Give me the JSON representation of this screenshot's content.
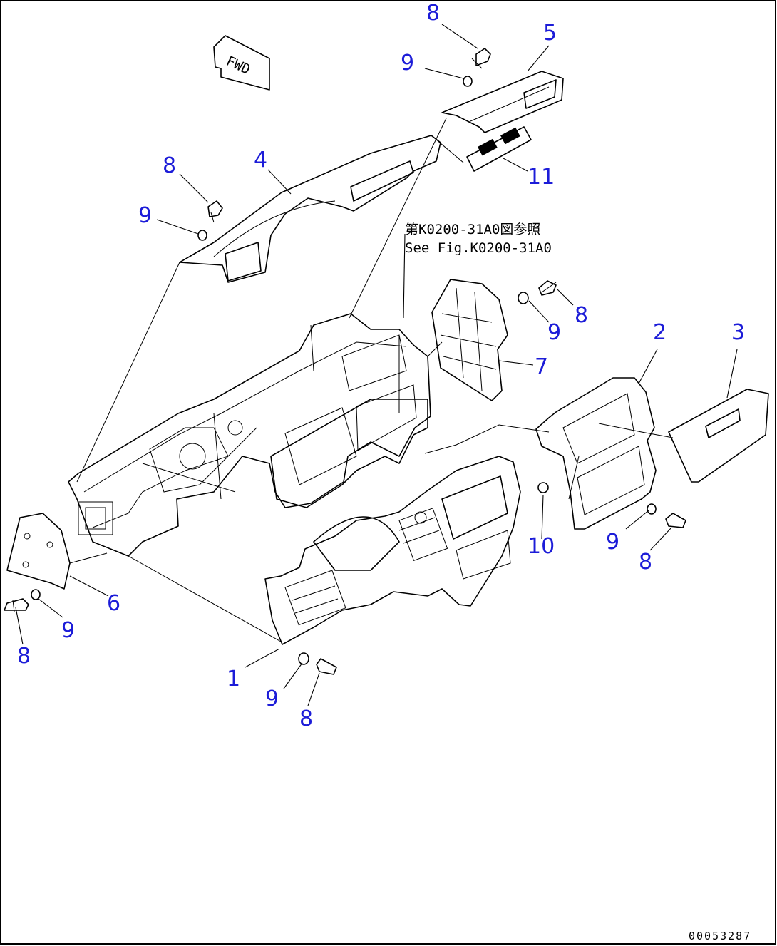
{
  "diagram": {
    "fwd_label": "FWD",
    "reference_note_jp": "第K0200-31A0図参照",
    "reference_note_en": "See Fig.K0200-31A0",
    "doc_number": "00053287",
    "callouts": [
      "1",
      "2",
      "3",
      "4",
      "5",
      "6",
      "7",
      "8",
      "9",
      "10",
      "11",
      "8",
      "9",
      "8",
      "9",
      "8",
      "9",
      "8",
      "9",
      "8",
      "9"
    ]
  }
}
